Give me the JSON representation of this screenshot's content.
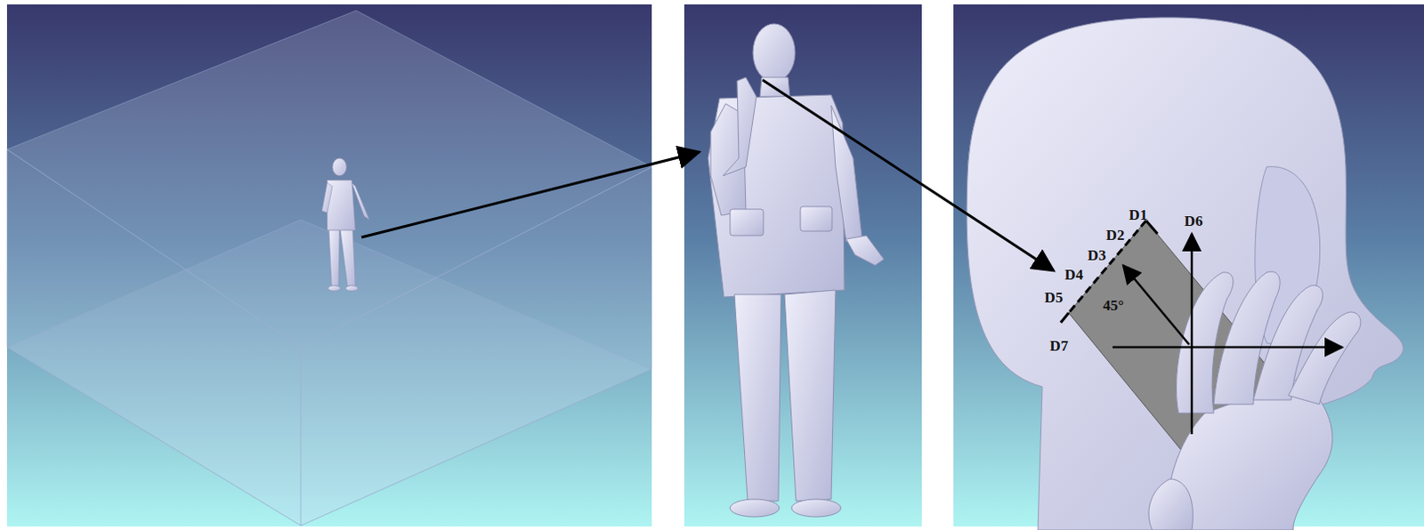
{
  "diagram": {
    "labels": [
      "D1",
      "D2",
      "D3",
      "D4",
      "D5",
      "D6",
      "D7",
      "45°"
    ]
  }
}
